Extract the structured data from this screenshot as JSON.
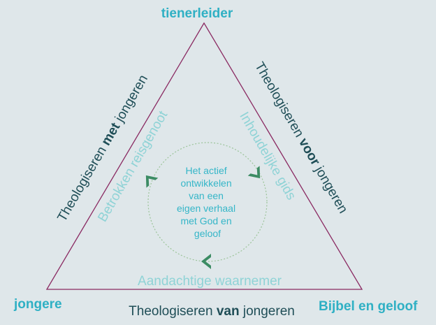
{
  "corners": {
    "top": "tienerleider",
    "left": "jongere",
    "right": "Bijbel en geloof"
  },
  "sides": {
    "left": {
      "pre": "Theologiseren ",
      "bold": "met",
      "post": " jongeren"
    },
    "right": {
      "pre": "Theologiseren ",
      "bold": "voor",
      "post": " jongeren"
    },
    "bottom": {
      "pre": "Theologiseren ",
      "bold": "van",
      "post": " jongeren"
    }
  },
  "roles": {
    "left": "Betrokken reisgenoot",
    "right": "Inhoudelijke gids",
    "bottom": "Aandachtige waarnemer"
  },
  "center_lines": [
    "Het actief",
    "ontwikkelen",
    "van een",
    "eigen verhaal",
    "met God en",
    "geloof"
  ],
  "colors": {
    "triangle": "#8a2a62",
    "corner_text": "#2fb0c4",
    "side_text": "#1f4e57",
    "role_text": "#8fd3d6",
    "center_text": "#35b6c8",
    "arrow": "#3c8c64",
    "circle": "#9cc49a",
    "background": "#dfe7ea"
  }
}
